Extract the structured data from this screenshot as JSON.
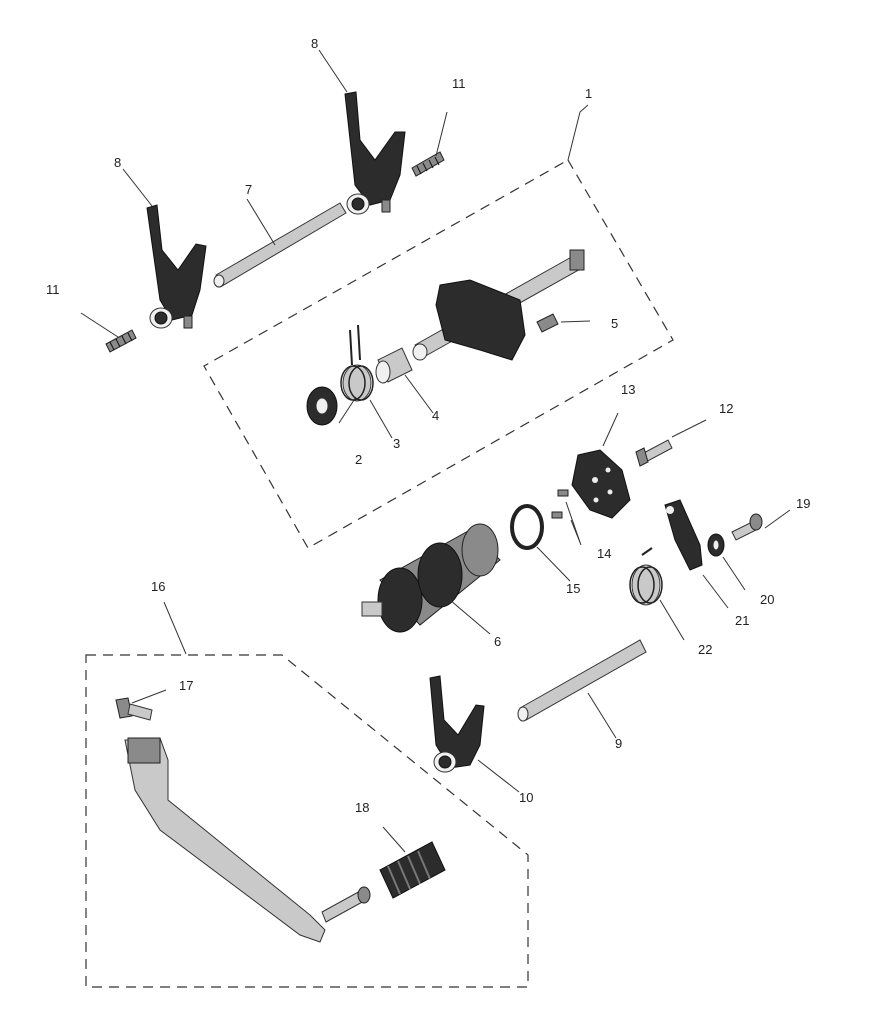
{
  "diagram": {
    "callouts": {
      "c1": "1",
      "c2": "2",
      "c3": "3",
      "c4": "4",
      "c5": "5",
      "c6": "6",
      "c7": "7",
      "c8a": "8",
      "c8b": "8",
      "c9": "9",
      "c10": "10",
      "c11a": "11",
      "c11b": "11",
      "c12": "12",
      "c13": "13",
      "c14": "14",
      "c15": "15",
      "c16": "16",
      "c17": "17",
      "c18": "18",
      "c19": "19",
      "c20": "20",
      "c21": "21",
      "c22": "22"
    }
  }
}
